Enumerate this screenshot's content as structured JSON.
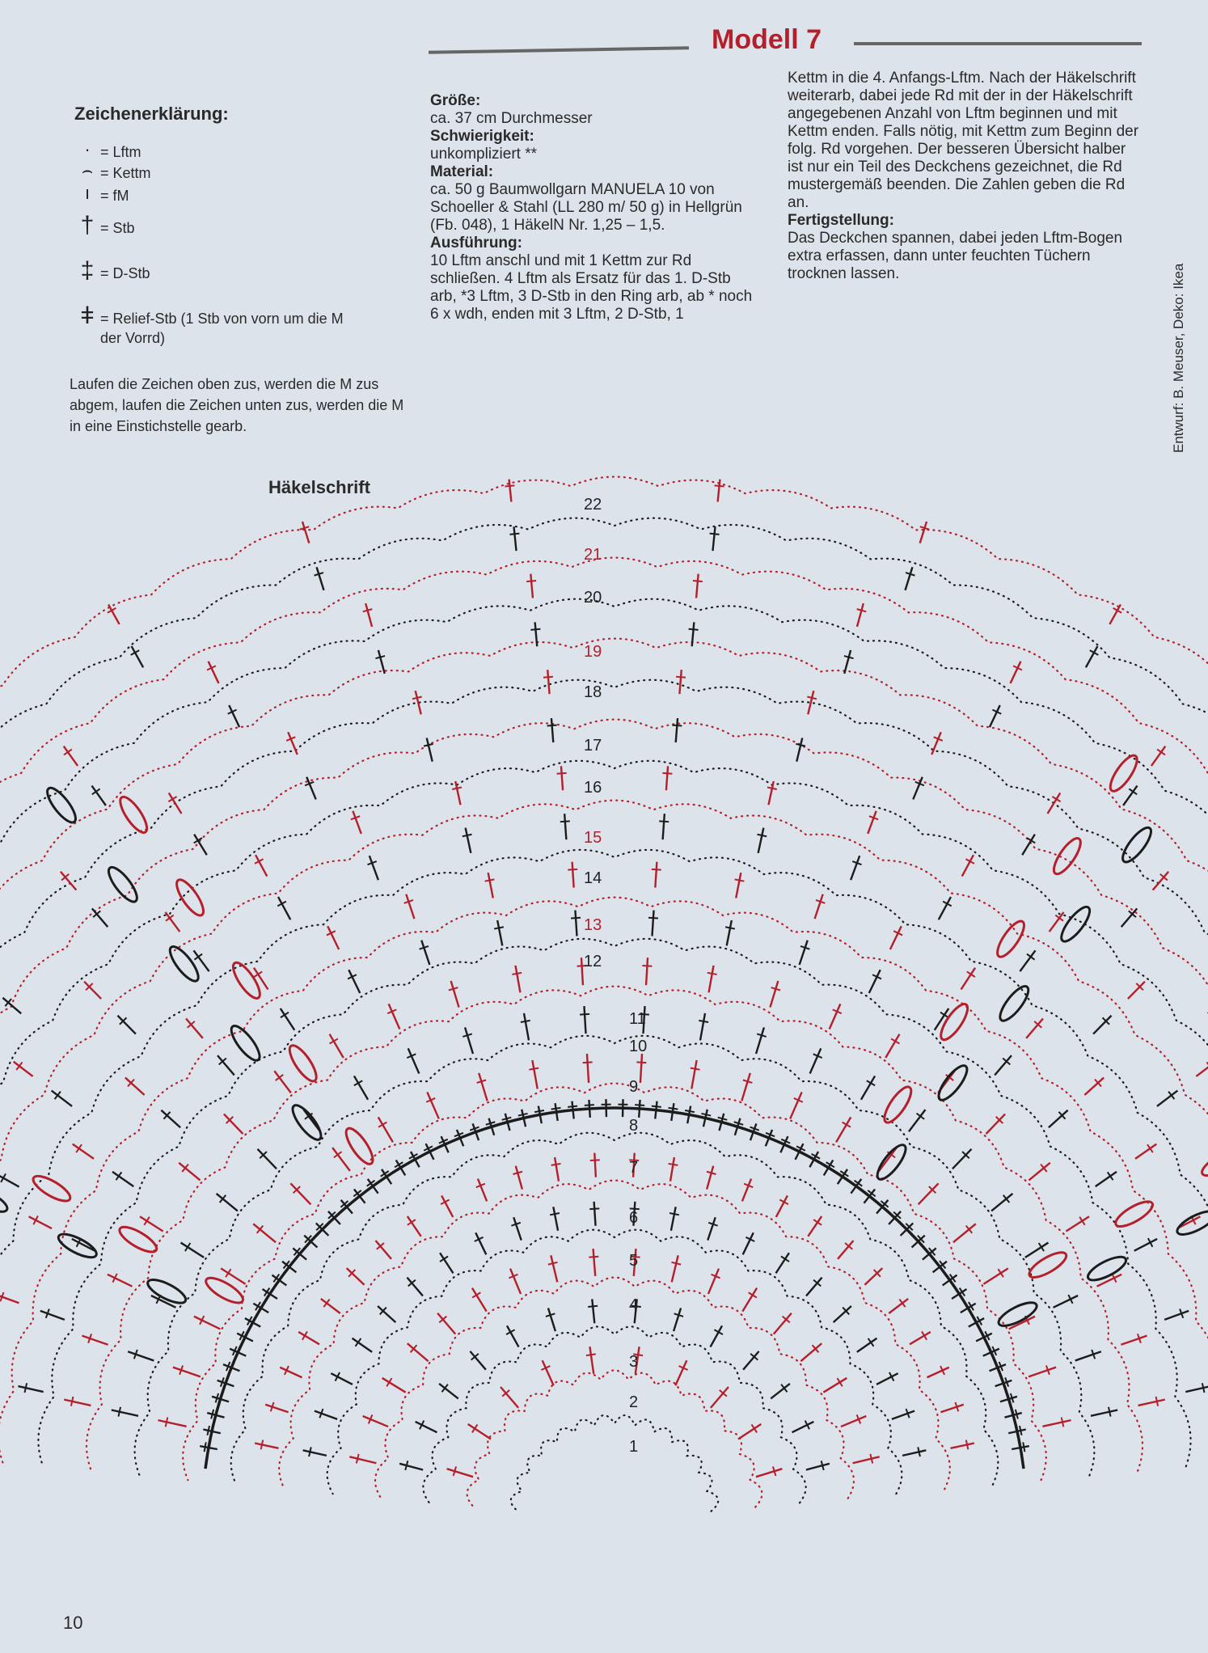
{
  "model_title": "Modell 7",
  "legend": {
    "title": "Zeichenerklärung:",
    "items": [
      {
        "symbol": "·",
        "text": "= Lftm"
      },
      {
        "symbol": "⌢",
        "text": "= Kettm"
      },
      {
        "symbol": "ı",
        "text": "= fM"
      },
      {
        "symbol": "†",
        "text": "= Stb"
      },
      {
        "symbol": "‡",
        "text": "= D-Stb"
      },
      {
        "symbol": "ǂ",
        "text": "= Relief-Stb (1 Stb von vorn um die M\nder Vorrd)"
      }
    ],
    "note": "Laufen die Zeichen oben zus, werden die M zus abgem, laufen die Zeichen unten zus, werden die M in eine Einstichstelle gearb."
  },
  "info": {
    "groesse_label": "Größe:",
    "groesse": "ca. 37 cm Durchmesser",
    "schwierigkeit_label": "Schwierigkeit:",
    "schwierigkeit": "unkompliziert **",
    "material_label": "Material:",
    "material": "ca. 50 g Baumwollgarn MANUELA 10 von Schoeller & Stahl (LL 280 m/ 50 g) in Hellgrün (Fb. 048), 1 HäkelN Nr. 1,25 – 1,5.",
    "ausfuehrung_label": "Ausführung:",
    "ausfuehrung": "10 Lftm anschl und mit 1 Kettm zur Rd schließen. 4 Lftm als Ersatz für das 1. D-Stb arb, *3 Lftm, 3 D-Stb in den Ring arb, ab * noch 6 x wdh, enden mit 3 Lftm, 2 D-Stb, 1"
  },
  "info2": {
    "fortsetzung": "Kettm in die 4. Anfangs-Lftm. Nach der Häkelschrift weiterarb, dabei jede Rd mit der in der Häkelschrift angegebenen Anzahl von Lftm beginnen und mit Kettm enden. Falls nötig, mit Kettm zum Beginn der folg. Rd vorgehen. Der besseren Übersicht halber ist nur ein Teil des Deckchens gezeichnet, die Rd mustergemäß beenden. Die Zahlen geben die Rd an.",
    "fertig_label": "Fertigstellung:",
    "fertig": "Das Deckchen spannen, dabei jeden Lftm-Bogen extra erfassen, dann unter feuchten Tüchern trocknen lassen."
  },
  "credit": "Entwurf: B. Meuser, Deko: Ikea",
  "chart_title": "Häkelschrift",
  "round_numbers": [
    "1",
    "2",
    "3",
    "4",
    "5",
    "6",
    "7",
    "8",
    "9",
    "10",
    "11",
    "12",
    "13",
    "14",
    "15",
    "16",
    "17",
    "18",
    "19",
    "20",
    "21",
    "22"
  ],
  "page_number": "10",
  "colors": {
    "red": "#b51f2b",
    "black": "#1c1c1c",
    "bg": "#dde3ea"
  }
}
